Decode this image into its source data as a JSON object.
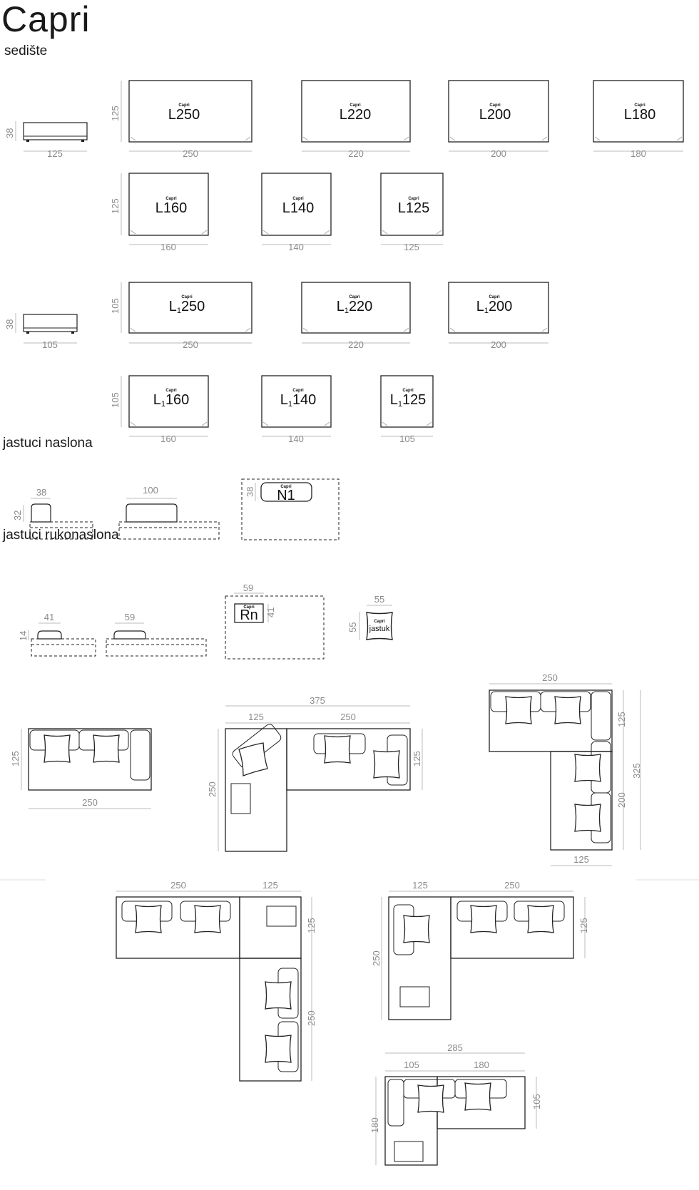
{
  "header": {
    "title": "Capri"
  },
  "sections": {
    "sediste": "sedište",
    "naslon": "jastuci naslona",
    "rukonaslon": "jastuci rukonaslona"
  },
  "brand": "Capri",
  "seats125": {
    "side": {
      "height": "38",
      "width": "125"
    },
    "row1": [
      {
        "label": "L250",
        "width": "250"
      },
      {
        "label": "L220",
        "width": "220"
      },
      {
        "label": "L200",
        "width": "200"
      },
      {
        "label": "L180",
        "width": "180"
      }
    ],
    "row1_depth": "125",
    "row2": [
      {
        "label": "L160",
        "width": "160"
      },
      {
        "label": "L140",
        "width": "140"
      },
      {
        "label": "L125",
        "width": "125"
      }
    ],
    "row2_depth": "125"
  },
  "seats105": {
    "side": {
      "height": "38",
      "width": "105"
    },
    "row1": [
      {
        "prefix": "L",
        "sub": "1",
        "num": "250",
        "width": "250"
      },
      {
        "prefix": "L",
        "sub": "1",
        "num": "220",
        "width": "220"
      },
      {
        "prefix": "L",
        "sub": "1",
        "num": "200",
        "width": "200"
      }
    ],
    "row1_depth": "105",
    "row2": [
      {
        "prefix": "L",
        "sub": "1",
        "num": "160",
        "width": "160"
      },
      {
        "prefix": "L",
        "sub": "1",
        "num": "140",
        "width": "140"
      },
      {
        "prefix": "L",
        "sub": "1",
        "num": "125",
        "width": "105"
      }
    ],
    "row2_depth": "105"
  },
  "back_cushions": {
    "small": {
      "width": "38",
      "height": "32"
    },
    "large": {
      "width": "100"
    },
    "plan": {
      "label": "N1",
      "height": "38"
    }
  },
  "arm_cushions": {
    "small": {
      "width": "41",
      "height": "14"
    },
    "large": {
      "width": "59"
    },
    "plan": {
      "label": "Rn",
      "width": "59",
      "height": "41"
    },
    "pillow": {
      "label": "jastuk",
      "width": "55",
      "height": "55"
    }
  },
  "configs": {
    "c1": {
      "width": "250",
      "depth": "125"
    },
    "c2": {
      "total": "375",
      "left": "125",
      "right": "250",
      "depth": "125",
      "length": "250"
    },
    "c3": {
      "top": "250",
      "upper": "125",
      "total": "325",
      "lower": "200",
      "bottom": "125"
    },
    "c4": {
      "left": "250",
      "right": "125",
      "upper": "125",
      "lower": "250"
    },
    "c5": {
      "left": "125",
      "right": "250",
      "length": "250",
      "depth": "125"
    },
    "c6": {
      "total": "285",
      "left": "105",
      "right": "180",
      "depth": "105",
      "length": "180"
    }
  }
}
